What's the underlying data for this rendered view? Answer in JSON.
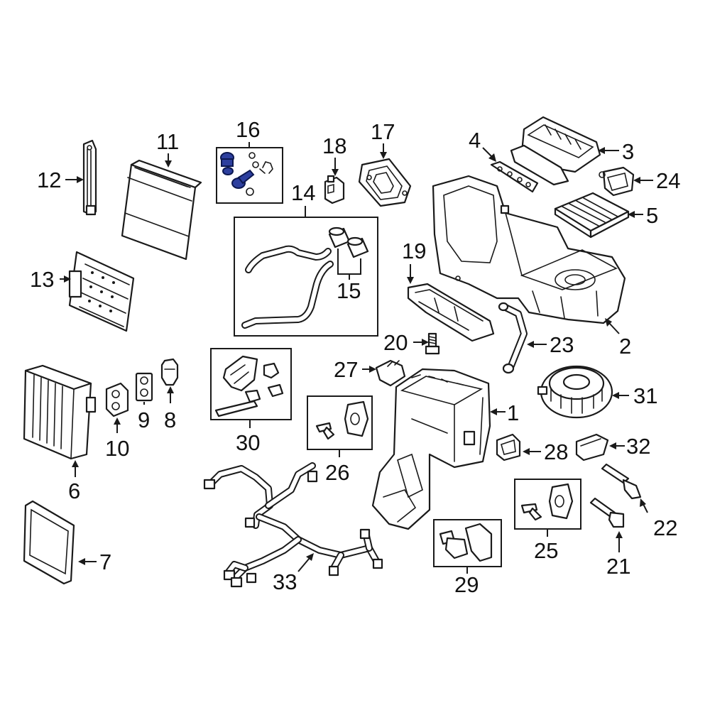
{
  "callouts": {
    "n1": "1",
    "n2": "2",
    "n3": "3",
    "n4": "4",
    "n5": "5",
    "n6": "6",
    "n7": "7",
    "n8": "8",
    "n9": "9",
    "n10": "10",
    "n11": "11",
    "n12": "12",
    "n13": "13",
    "n14": "14",
    "n15": "15",
    "n16": "16",
    "n17": "17",
    "n18": "18",
    "n19": "19",
    "n20": "20",
    "n21": "21",
    "n22": "22",
    "n23": "23",
    "n24": "24",
    "n25": "25",
    "n26": "26",
    "n27": "27",
    "n28": "28",
    "n29": "29",
    "n30": "30",
    "n31": "31",
    "n32": "32",
    "n33": "33"
  },
  "colors": {
    "highlight": "#2d3f9e",
    "line": "#1a1a1a",
    "background": "#ffffff"
  }
}
